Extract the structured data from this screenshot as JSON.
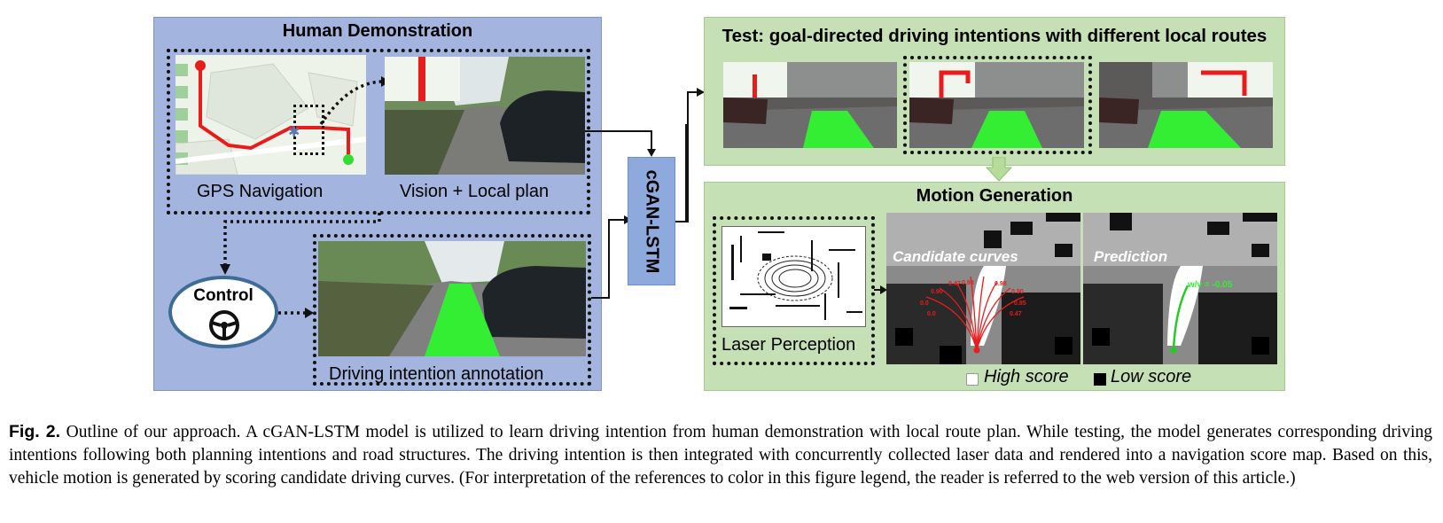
{
  "figure": {
    "human_demo_title": "Human Demonstration",
    "gps_label": "GPS Navigation",
    "vision_label": "Vision + Local plan",
    "control_label": "Control",
    "annotation_label": "Driving intention annotation",
    "model_label": "cGAN-LSTM",
    "test_title": "Test: goal-directed driving intentions  with different local routes",
    "motion_title": "Motion Generation",
    "laser_label": "Laser Perception",
    "candidate_label": "Candidate curves",
    "prediction_label": "Prediction",
    "prediction_value": "w/v = -0.05",
    "candidate_scores": [
      "0.47",
      "0.98",
      "0.98",
      "0.90",
      "0.0",
      "0.85",
      "0.0",
      "0.47",
      "0.90"
    ],
    "legend_high": "High score",
    "legend_low": "Low score"
  },
  "caption": {
    "label": "Fig. 2.",
    "text": "Outline of our approach. A cGAN-LSTM model is utilized to learn driving intention from human demonstration with local route plan. While testing, the model generates corresponding driving intentions following both planning intentions and road structures. The driving intention is then integrated with concurrently collected laser data and rendered into a navigation score map. Based on this, vehicle motion is generated by scoring candidate driving curves. (For interpretation of the references to color in this figure legend, the reader is referred to the web version of this article.)"
  },
  "colors": {
    "human_panel": "#a3b4de",
    "green_panel": "#c5e0b4",
    "model_box": "#8ea9db",
    "route_red": "#e81c1c",
    "intention_green": "#33ee33"
  }
}
